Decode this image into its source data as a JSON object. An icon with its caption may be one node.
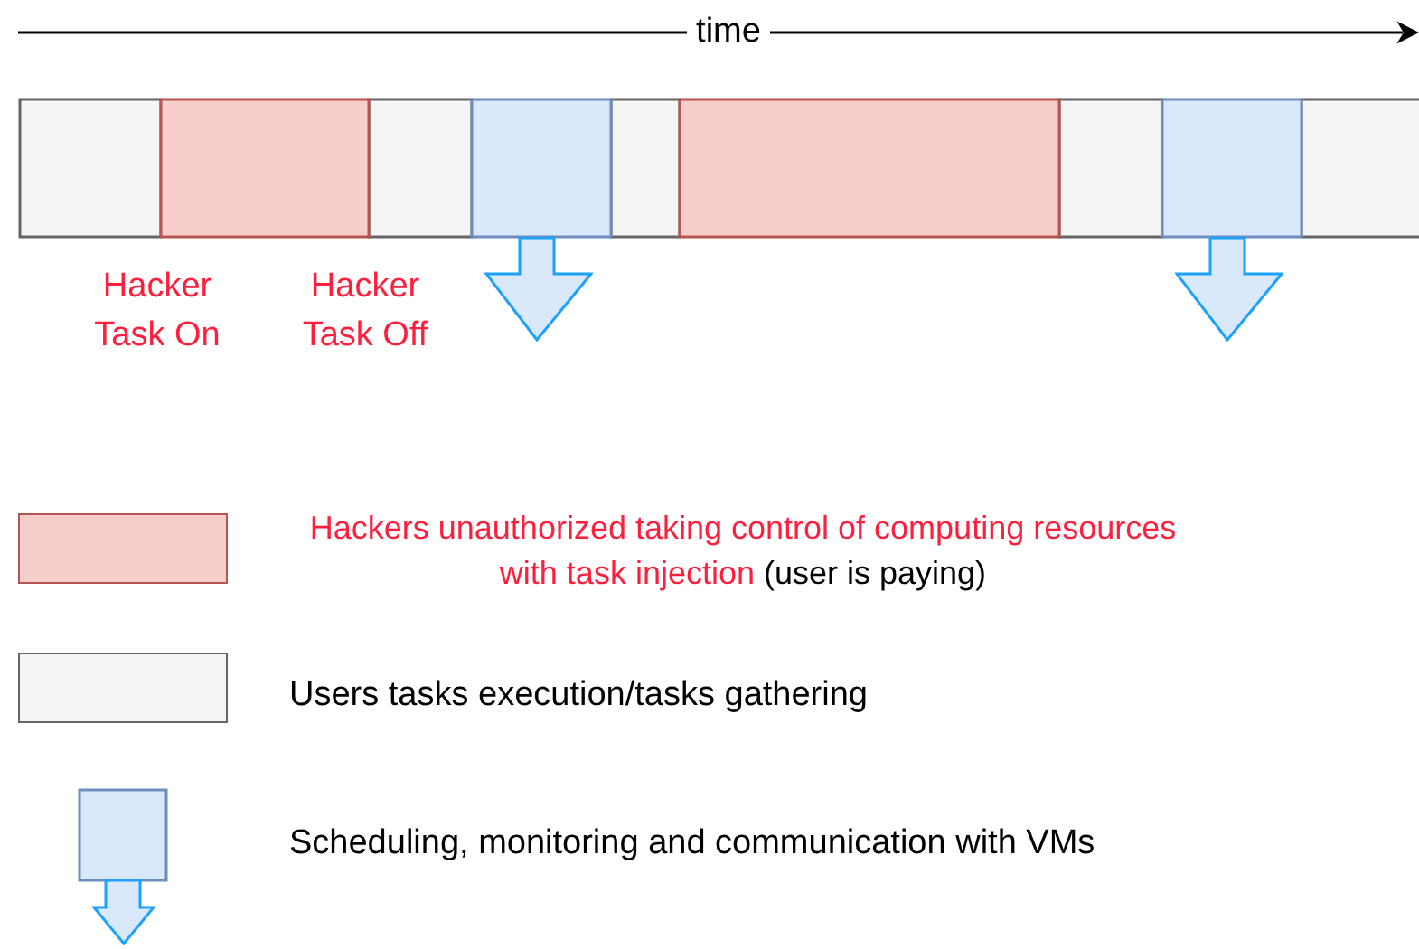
{
  "diagram": {
    "labels": [
      "time",
      "Hacker Task On",
      "Hacker Task Off"
    ],
    "legend": [
      {
        "text": "Hackers unauthorized taking control of computing resources with task injection (user is paying)",
        "color": "#f8cecc"
      },
      {
        "text": "Users tasks execution/tasks gathering",
        "color": "#f5f5f5"
      },
      {
        "text": "Scheduling, monitoring and communication with VMs"
      }
    ]
  }
}
